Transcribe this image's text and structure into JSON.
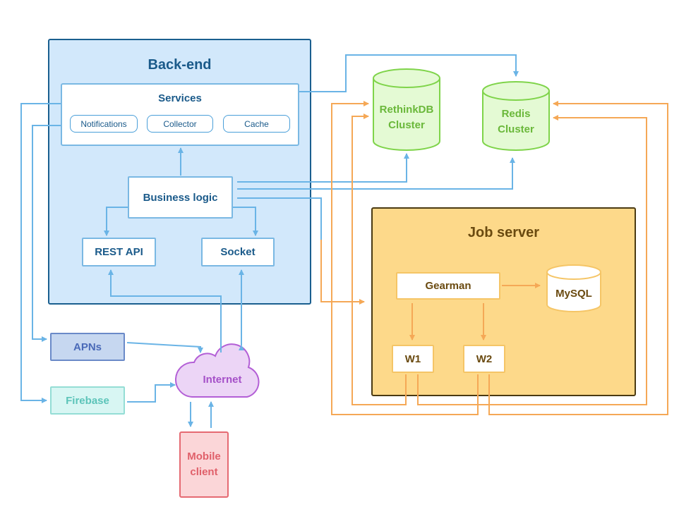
{
  "backend": {
    "title": "Back-end",
    "services": {
      "title": "Services",
      "items": [
        "Notifications",
        "Collector",
        "Cache"
      ]
    },
    "business_logic": "Business logic",
    "rest_api": "REST API",
    "socket": "Socket"
  },
  "datastores": {
    "rethinkdb": [
      "RethinkDB",
      "Cluster"
    ],
    "redis": [
      "Redis",
      "Cluster"
    ]
  },
  "job_server": {
    "title": "Job server",
    "gearman": "Gearman",
    "mysql": "MySQL",
    "workers": [
      "W1",
      "W2"
    ]
  },
  "external": {
    "apns": "APNs",
    "firebase": "Firebase",
    "internet": "Internet",
    "mobile_client": [
      "Mobile",
      "client"
    ]
  },
  "colors": {
    "blue_line": "#6ab4e6",
    "orange_line": "#f5a856",
    "green_db": "#7fd44a",
    "purple_cloud": "#b35fd6"
  }
}
